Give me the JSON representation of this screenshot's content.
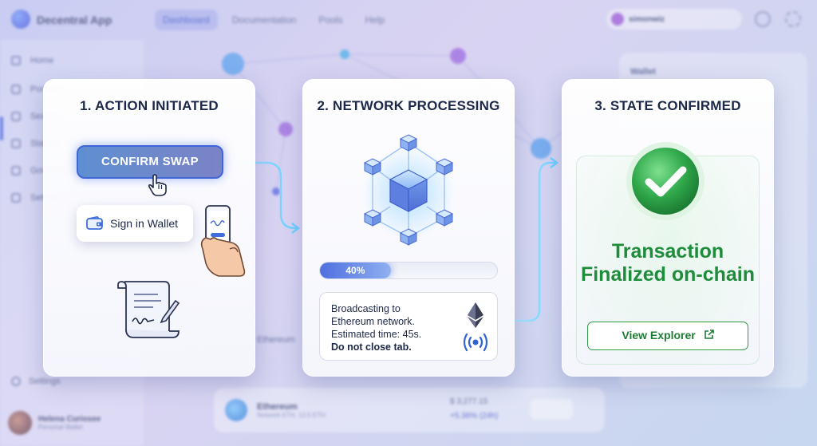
{
  "background_app": {
    "app_name": "Decentral App",
    "nav_tabs": [
      "Dashboard",
      "Documentation",
      "Pools",
      "Help"
    ],
    "active_tab": "Dashboard",
    "account_name": "simonwiz",
    "sidebar_items": [
      "Home",
      "Portfolio",
      "Search",
      "Staking",
      "Governance",
      "Settings"
    ],
    "settings_label": "Settings",
    "profile_name": "Helena Curiosee",
    "profile_sub": "Personal Wallet",
    "right_panel_title": "Wallet",
    "asset_name": "Ethereum",
    "asset_sub": "Network ETH, 13.5 ETH",
    "asset_value": "$ 3,277.15",
    "asset_change": "+5.36% (24h)",
    "mid_row_label": "Ethereum"
  },
  "card1": {
    "title": "1. ACTION INITIATED",
    "confirm_label": "CONFIRM SWAP",
    "wallet_prompt": "Sign in Wallet"
  },
  "card2": {
    "title": "2. NETWORK PROCESSING",
    "progress_label": "40%",
    "progress_fraction": 0.4,
    "status_line1": "Broadcasting to",
    "status_line2": "Ethereum network.",
    "status_line3": "Estimated time: 45s.",
    "status_warning": "Do not close tab."
  },
  "card3": {
    "title": "3. STATE CONFIRMED",
    "success_message": "Transaction Finalized on-chain",
    "explorer_label": "View Explorer"
  },
  "colors": {
    "accent_blue": "#4e6be0",
    "success_green": "#1e8c3a",
    "card_title": "#1c2847"
  },
  "icons": {
    "cursor": "hand-pointer-icon",
    "wallet": "wallet-icon",
    "phone": "phone-sign-icon",
    "document": "signed-scroll-icon",
    "network": "cube-network-icon",
    "ethereum": "ethereum-icon",
    "broadcast": "broadcast-icon",
    "success": "check-circle-icon",
    "external": "external-link-icon"
  }
}
